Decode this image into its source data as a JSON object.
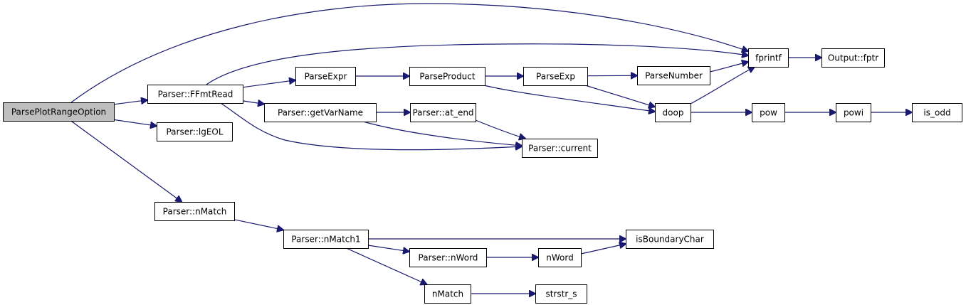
{
  "diagram": {
    "type": "call-graph",
    "colors": {
      "edge": "#191970",
      "root_fill": "#bfbfbf",
      "node_fill": "#ffffff",
      "border": "#000000"
    },
    "nodes": [
      {
        "id": "parseplotrangeoption",
        "label": "ParsePlotRangeOption",
        "root": true
      },
      {
        "id": "ffmtread",
        "label": "Parser::FFmtRead"
      },
      {
        "id": "lgeol",
        "label": "Parser::lgEOL"
      },
      {
        "id": "parser-nmatch",
        "label": "Parser::nMatch"
      },
      {
        "id": "parseexpr",
        "label": "ParseExpr"
      },
      {
        "id": "getvarname",
        "label": "Parser::getVarName"
      },
      {
        "id": "parseproduct",
        "label": "ParseProduct"
      },
      {
        "id": "at-end",
        "label": "Parser::at_end"
      },
      {
        "id": "current",
        "label": "Parser::current"
      },
      {
        "id": "parseexp",
        "label": "ParseExp"
      },
      {
        "id": "parsenumber",
        "label": "ParseNumber"
      },
      {
        "id": "doop",
        "label": "doop"
      },
      {
        "id": "fprintf",
        "label": "fprintf"
      },
      {
        "id": "output-fptr",
        "label": "Output::fptr"
      },
      {
        "id": "pow",
        "label": "pow"
      },
      {
        "id": "powi",
        "label": "powi"
      },
      {
        "id": "is-odd",
        "label": "is_odd"
      },
      {
        "id": "nmatch1",
        "label": "Parser::nMatch1"
      },
      {
        "id": "isboundarychar",
        "label": "isBoundaryChar"
      },
      {
        "id": "parser-nword",
        "label": "Parser::nWord"
      },
      {
        "id": "nword",
        "label": "nWord"
      },
      {
        "id": "nmatch",
        "label": "nMatch"
      },
      {
        "id": "strstr-s",
        "label": "strstr_s"
      }
    ],
    "edges": [
      {
        "from": "parseplotrangeoption",
        "to": "fprintf"
      },
      {
        "from": "parseplotrangeoption",
        "to": "ffmtread"
      },
      {
        "from": "parseplotrangeoption",
        "to": "lgeol"
      },
      {
        "from": "parseplotrangeoption",
        "to": "parser-nmatch"
      },
      {
        "from": "ffmtread",
        "to": "fprintf"
      },
      {
        "from": "ffmtread",
        "to": "parseexpr"
      },
      {
        "from": "ffmtread",
        "to": "getvarname"
      },
      {
        "from": "ffmtread",
        "to": "current"
      },
      {
        "from": "parseexpr",
        "to": "parseproduct"
      },
      {
        "from": "parseproduct",
        "to": "parseexp"
      },
      {
        "from": "parseproduct",
        "to": "doop"
      },
      {
        "from": "parseexp",
        "to": "parsenumber"
      },
      {
        "from": "parseexp",
        "to": "doop"
      },
      {
        "from": "parsenumber",
        "to": "fprintf"
      },
      {
        "from": "doop",
        "to": "fprintf"
      },
      {
        "from": "doop",
        "to": "pow"
      },
      {
        "from": "fprintf",
        "to": "output-fptr"
      },
      {
        "from": "pow",
        "to": "powi"
      },
      {
        "from": "powi",
        "to": "is-odd"
      },
      {
        "from": "getvarname",
        "to": "at-end"
      },
      {
        "from": "getvarname",
        "to": "current"
      },
      {
        "from": "at-end",
        "to": "current"
      },
      {
        "from": "parser-nmatch",
        "to": "nmatch1"
      },
      {
        "from": "nmatch1",
        "to": "isboundarychar"
      },
      {
        "from": "nmatch1",
        "to": "parser-nword"
      },
      {
        "from": "nmatch1",
        "to": "nmatch"
      },
      {
        "from": "parser-nword",
        "to": "nword"
      },
      {
        "from": "nword",
        "to": "isboundarychar"
      },
      {
        "from": "nmatch",
        "to": "strstr-s"
      }
    ]
  }
}
